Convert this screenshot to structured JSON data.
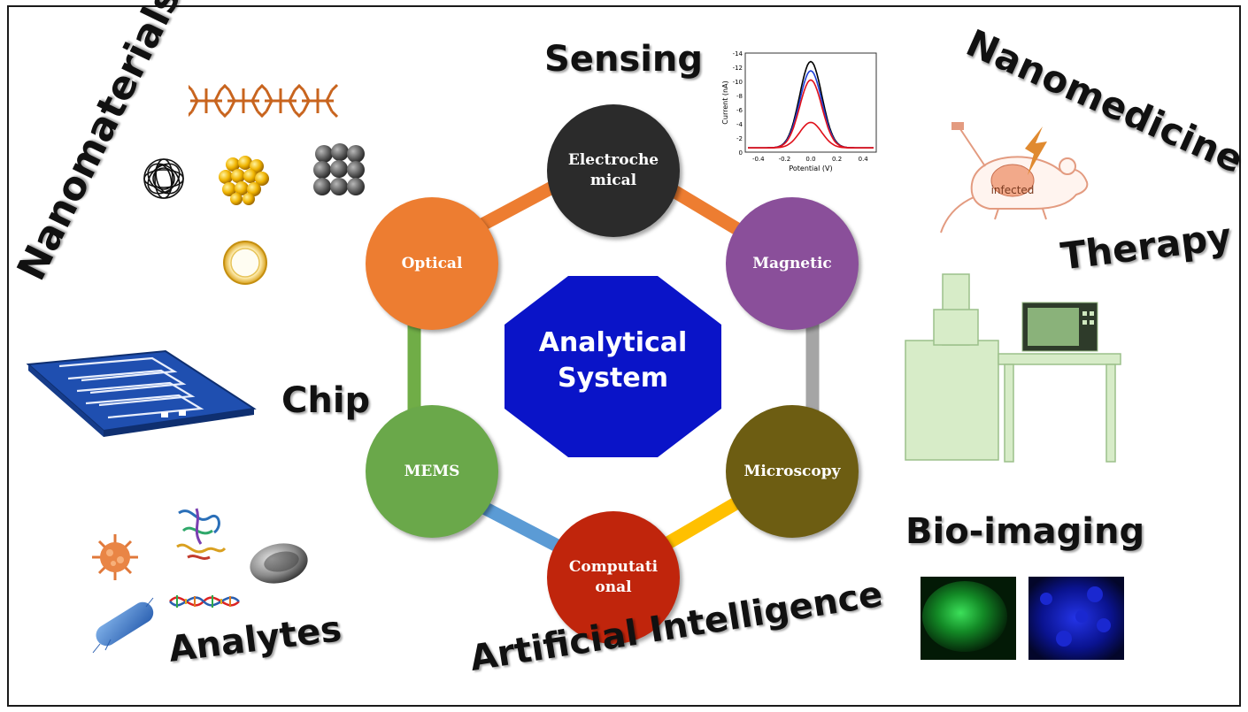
{
  "labels": {
    "sensing": "Sensing",
    "nanomaterials": "Nanomaterials",
    "nanomedicine": "Nanomedicine",
    "therapy": "Therapy",
    "chip": "Chip",
    "bio_imaging": "Bio-imaging",
    "analytes": "Analytes",
    "artificial_intelligence": "Artificial Intelligence"
  },
  "center": {
    "line1": "Analytical",
    "line2": "System",
    "color": "#0a14c8"
  },
  "nodes": [
    {
      "id": "electrochemical",
      "line1": "Electroche",
      "line2": "mical",
      "color": "#2b2b2b"
    },
    {
      "id": "magnetic",
      "line1": "Magnetic",
      "line2": "",
      "color": "#8a4f9a"
    },
    {
      "id": "microscopy",
      "line1": "Microscopy",
      "line2": "",
      "color": "#6d5d12"
    },
    {
      "id": "computational",
      "line1": "Computati",
      "line2": "onal",
      "color": "#c0250c"
    },
    {
      "id": "mems",
      "line1": "MEMS",
      "line2": "",
      "color": "#6aa84a"
    },
    {
      "id": "optical",
      "line1": "Optical",
      "line2": "",
      "color": "#ed7d31"
    }
  ],
  "ring_colors": {
    "electrochemical_magnetic": "#ed7d31",
    "magnetic_microscopy": "#a5a5a5",
    "microscopy_computational": "#ffc000",
    "computational_mems": "#5b9bd5",
    "mems_optical": "#70ad47",
    "optical_electrochemical": "#ed7d31"
  },
  "mouse_label": "infected",
  "chart_data": {
    "type": "line",
    "xlabel": "Potential (V)",
    "ylabel": "Current (nA)",
    "xlim": [
      -0.5,
      0.5
    ],
    "ylim": [
      0,
      -14
    ],
    "xticks": [
      "-0.4",
      "-0.2",
      "0.0",
      "0.2",
      "0.4"
    ],
    "yticks": [
      "-14",
      "-12",
      "-10",
      "-8",
      "-6",
      "-4",
      "-2",
      "0"
    ],
    "series": [
      {
        "color": "#000000",
        "peak": -12.8
      },
      {
        "color": "#1f3fd6",
        "peak": -11.5
      },
      {
        "color": "#e0101a",
        "peak": -10.2
      },
      {
        "color": "#e0101a",
        "peak": -4.2
      }
    ]
  }
}
